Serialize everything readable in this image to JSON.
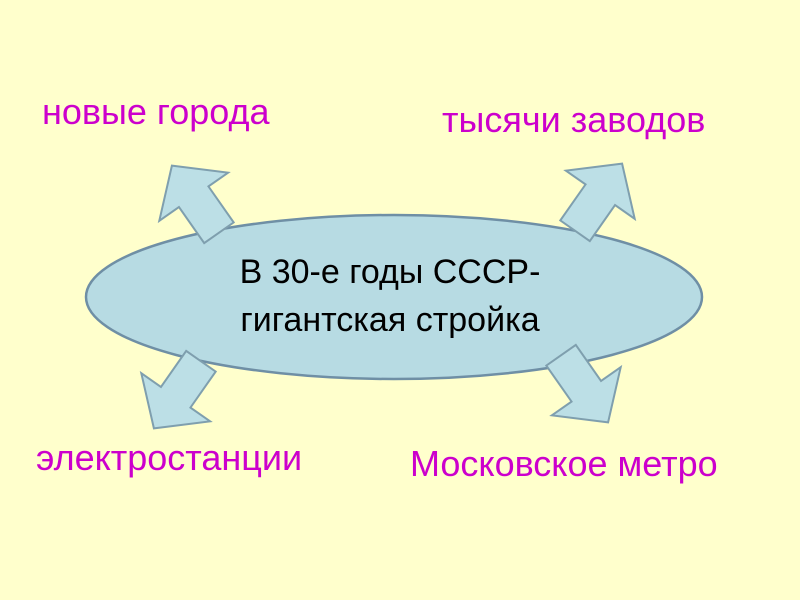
{
  "colors": {
    "background": "#ffffcc",
    "label_text": "#cc00cc",
    "ellipse_fill": "#b7dbe3",
    "ellipse_stroke": "#6f8fa5",
    "arrow_fill": "#bcdfe6",
    "arrow_stroke": "#7f9fae",
    "center_text": "#000000"
  },
  "center": {
    "line1": "В 30-е годы СССР-",
    "line2": "гигантская стройка"
  },
  "labels": {
    "top_left": "новые города",
    "top_right": "тысячи заводов",
    "bottom_left": "электростанции",
    "bottom_right": "Московское метро"
  },
  "arrows": {
    "top_left": "arrow-up-left-icon",
    "top_right": "arrow-up-right-icon",
    "bottom_left": "arrow-down-left-icon",
    "bottom_right": "arrow-down-right-icon"
  }
}
